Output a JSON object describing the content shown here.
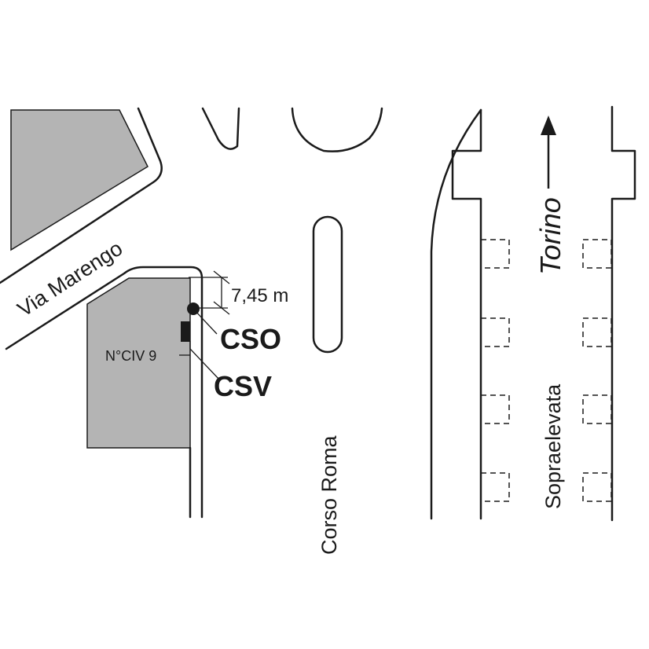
{
  "streets": {
    "via_marengo": "Via Marengo",
    "corso_roma": "Corso Roma",
    "sopraelevata": "Sopraelevata"
  },
  "direction": {
    "label": "Torino",
    "icon": "arrow-up-icon"
  },
  "building": {
    "civic_number": "N°CIV 9"
  },
  "measurement": {
    "distance": "7,45 m"
  },
  "points": {
    "cso": "CSO",
    "csv": "CSV"
  },
  "colors": {
    "block_fill": "#b4b4b4",
    "ink": "#1a1a1a",
    "background": "#ffffff"
  }
}
